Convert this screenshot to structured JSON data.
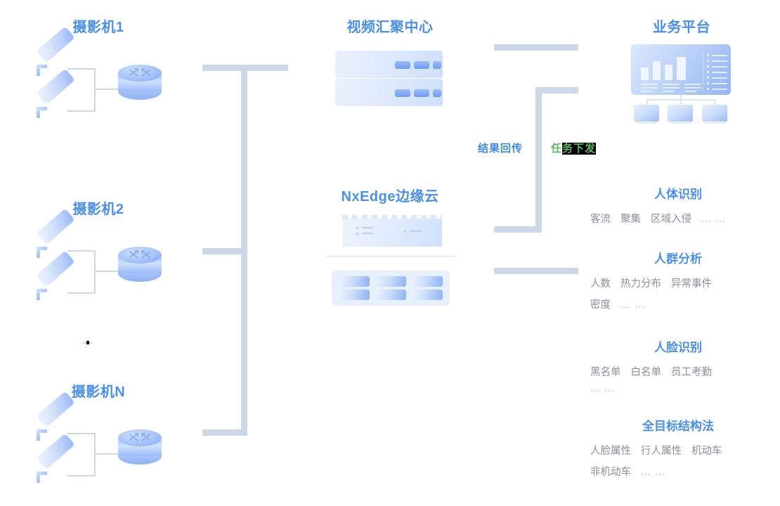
{
  "groups": {
    "cameras": [
      {
        "title": "摄影机1",
        "icon_camera": "cctv-camera-icon",
        "icon_router": "router-icon"
      },
      {
        "title": "摄影机2",
        "icon_camera": "cctv-camera-icon",
        "icon_router": "router-icon"
      },
      {
        "title": "摄影机N",
        "icon_camera": "cctv-camera-icon",
        "icon_router": "router-icon"
      }
    ],
    "video_center": {
      "title": "视频汇聚中心",
      "icon": "server-rack-icon",
      "rack_count": 2
    },
    "edge_cloud": {
      "title": "NxEdge边缘云",
      "chip_icon": "chip-module-icon",
      "grid_icon": "blade-grid-icon"
    },
    "platform": {
      "title": "业务平台",
      "icon": "dashboard-screen-icon",
      "client_count": 3
    }
  },
  "flows": {
    "result": "结果回传",
    "task_head": "任",
    "task_artifact": "务下发"
  },
  "micro_label": {
    "prefix": "•••",
    "artifact": "••",
    "suffix": "•••"
  },
  "capabilities": [
    {
      "title": "人体识别",
      "rows": [
        [
          "客流",
          "聚集",
          "区域入侵",
          "... ..."
        ]
      ]
    },
    {
      "title": "人群分析",
      "rows": [
        [
          "人数",
          "热力分布",
          "异常事件"
        ],
        [
          "密度",
          "... ..."
        ]
      ]
    },
    {
      "title": "人脸识别",
      "rows": [
        [
          "黑名单",
          "白名单",
          "员工考勤"
        ],
        [
          "... ..."
        ]
      ]
    },
    {
      "title": "全目标结构法",
      "rows": [
        [
          "人脸属性",
          "行人属性",
          "机动车"
        ],
        [
          "非机动车",
          "... ..."
        ]
      ]
    }
  ],
  "colors": {
    "title_blue": "#4a90e8",
    "connector": "#ccd8e8",
    "flow_blue": "#3b8aec",
    "flow_green": "#5cb85c",
    "body_text": "#8a9099",
    "background": "#ffffff"
  }
}
